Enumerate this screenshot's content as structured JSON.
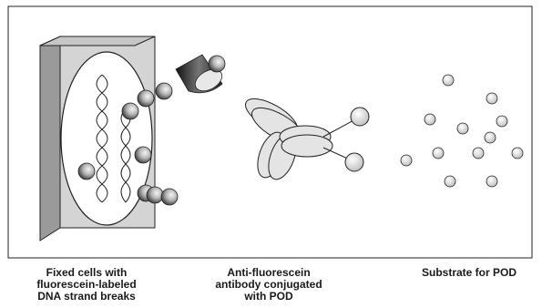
{
  "captions": {
    "fixed_cells": [
      "Fixed cells with",
      "fluorescein-labeled",
      "DNA strand breaks"
    ],
    "antibody": [
      "Anti-fluorescein",
      "antibody conjugated",
      "with POD"
    ],
    "substrate": [
      "Substrate for POD"
    ]
  },
  "colors": {
    "outline": "#222222",
    "panel_face": "#d4d4d4",
    "panel_side": "#9a9a9a",
    "bead_light": "#f2f2f2",
    "bead_dark": "#3a3a3a",
    "antibody_fill": "#e4e4e4",
    "substrate_fill": "#dedede"
  }
}
